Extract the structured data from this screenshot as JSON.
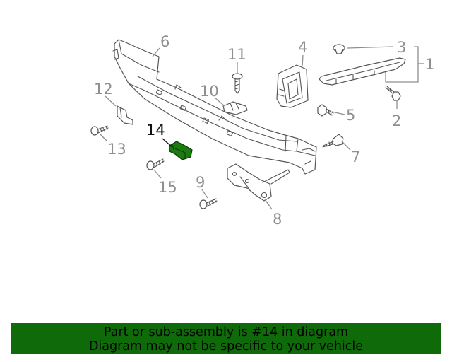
{
  "diagram": {
    "callouts": {
      "c1": "1",
      "c2": "2",
      "c3": "3",
      "c4": "4",
      "c5": "5",
      "c6": "6",
      "c7": "7",
      "c8": "8",
      "c9": "9",
      "c10": "10",
      "c11": "11",
      "c12": "12",
      "c13": "13",
      "c14": "14",
      "c15": "15"
    },
    "highlighted_part": "14",
    "colors": {
      "highlight": "#1c7a10",
      "callout_gray": "#8f8f8f",
      "callout_active": "#111111"
    }
  },
  "banner": {
    "line1": "Part or sub-assembly is #14 in diagram",
    "line2": "Diagram may not be specific to your vehicle",
    "background": "#0f6a09"
  }
}
